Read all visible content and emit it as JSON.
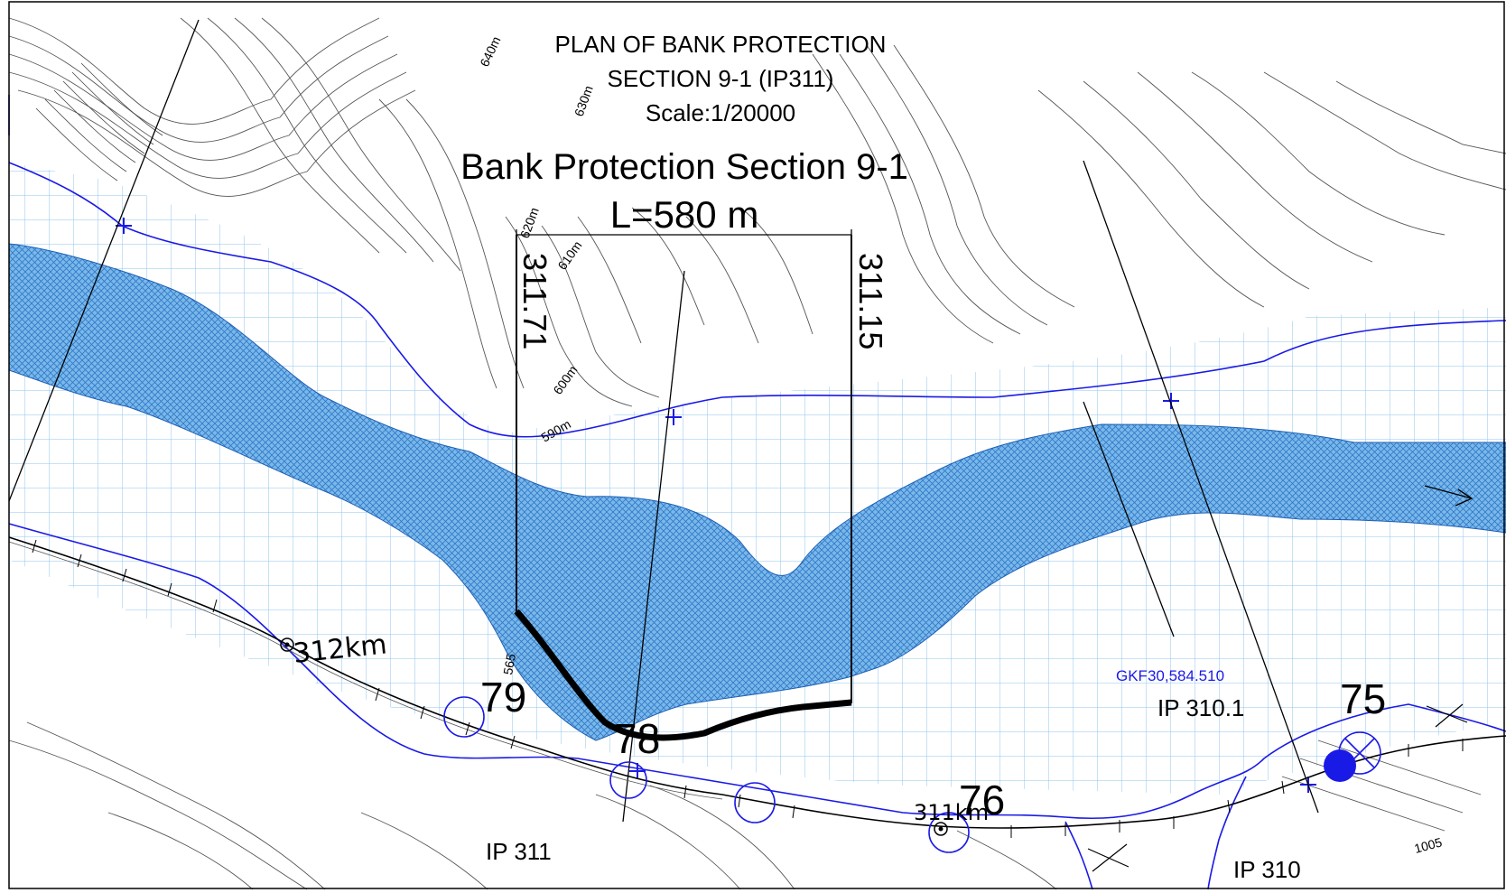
{
  "title": {
    "line1": "PLAN OF BANK PROTECTION",
    "line2": "SECTION 9-1 (IP311)",
    "line3": "Scale:1/20000"
  },
  "section": {
    "name": "Bank Protection Section 9-1",
    "length": "L=580 m",
    "start_chainage": "311.71",
    "end_chainage": "311.15"
  },
  "markers": {
    "m79": "79",
    "m78": "78",
    "m76": "76",
    "m75": "75"
  },
  "road": {
    "km312": "312km",
    "km311": "311km"
  },
  "ip_labels": {
    "ip311": "IP 311",
    "ip310_1": "IP 310.1",
    "ip310": "IP 310"
  },
  "survey": {
    "gkf": "GKF30,584.510"
  },
  "contours": {
    "c640": "640m",
    "c630": "630m",
    "c620": "620m",
    "c610": "610m",
    "c600": "600m",
    "c590": "590m",
    "c565": "565",
    "c1005": "1005"
  },
  "colors": {
    "river_fill": "#6fb0e6",
    "grid": "#8fc6ee",
    "blue_line": "#1a1ae6",
    "contour": "#555555"
  }
}
